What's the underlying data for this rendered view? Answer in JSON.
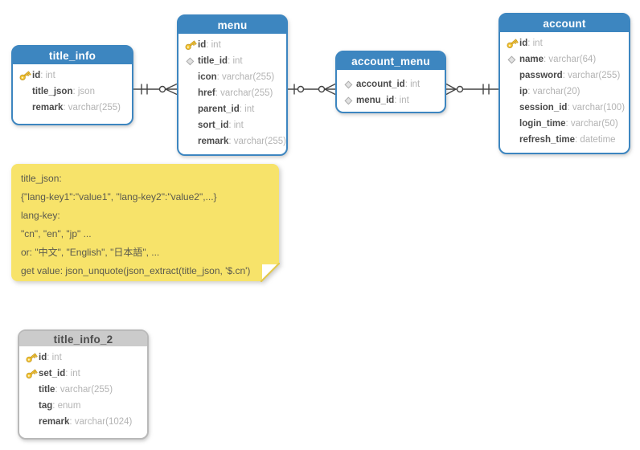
{
  "colors": {
    "canvas_bg": "#ffffff",
    "table_header_blue": "#3d86c0",
    "table_header_gray": "#cbcbcb",
    "field_name_text": "#4a4a4a",
    "field_type_text": "#b3b3b3",
    "note_bg": "#f7e36a",
    "note_text": "#5a594e",
    "connector_stroke": "#454545"
  },
  "icons": {
    "key": "primary-key-icon",
    "diamond": "foreign-key-icon"
  },
  "tables": [
    {
      "name": "title_info",
      "fields": [
        {
          "icon": "key",
          "name": "id",
          "type": ": int"
        },
        {
          "icon": "none",
          "name": "title_json",
          "type": ": json"
        },
        {
          "icon": "none",
          "name": "remark",
          "type": ": varchar(255)"
        }
      ]
    },
    {
      "name": "menu",
      "fields": [
        {
          "icon": "key",
          "name": "id",
          "type": ": int"
        },
        {
          "icon": "diamond",
          "name": "title_id",
          "type": ": int"
        },
        {
          "icon": "none",
          "name": "icon",
          "type": ": varchar(255)"
        },
        {
          "icon": "none",
          "name": "href",
          "type": ": varchar(255)"
        },
        {
          "icon": "none",
          "name": "parent_id",
          "type": ": int"
        },
        {
          "icon": "none",
          "name": "sort_id",
          "type": ": int"
        },
        {
          "icon": "none",
          "name": "remark",
          "type": ": varchar(255)"
        }
      ]
    },
    {
      "name": "account_menu",
      "fields": [
        {
          "icon": "diamond",
          "name": "account_id",
          "type": ": int"
        },
        {
          "icon": "diamond",
          "name": "menu_id",
          "type": ": int"
        }
      ]
    },
    {
      "name": "account",
      "fields": [
        {
          "icon": "key",
          "name": "id",
          "type": ": int"
        },
        {
          "icon": "diamond",
          "name": "name",
          "type": ": varchar(64)"
        },
        {
          "icon": "none",
          "name": "password",
          "type": ": varchar(255)"
        },
        {
          "icon": "none",
          "name": "ip",
          "type": ": varchar(20)"
        },
        {
          "icon": "none",
          "name": "session_id",
          "type": ": varchar(100)"
        },
        {
          "icon": "none",
          "name": "login_time",
          "type": ": varchar(50)"
        },
        {
          "icon": "none",
          "name": "refresh_time",
          "type": ": datetime"
        }
      ]
    },
    {
      "name": "title_info_2",
      "fields": [
        {
          "icon": "key",
          "name": "id",
          "type": ": int"
        },
        {
          "icon": "key",
          "name": "set_id",
          "type": ": int"
        },
        {
          "icon": "none",
          "name": "title",
          "type": ": varchar(255)"
        },
        {
          "icon": "none",
          "name": "tag",
          "type": ": enum"
        },
        {
          "icon": "none",
          "name": "remark",
          "type": ": varchar(1024)"
        }
      ]
    }
  ],
  "note": {
    "lines": [
      "title_json:",
      "{\"lang-key1\":\"value1\", \"lang-key2\":\"value2\",...}",
      "lang-key:",
      "\"cn\", \"en\", \"jp\" ...",
      "or: \"中文\", \"English\", \"日本語\", ...",
      "get value: json_unquote(json_extract(title_json, '$.cn')"
    ]
  },
  "relationships": [
    {
      "from": "title_info",
      "to": "menu",
      "from_cardinality": "one",
      "to_cardinality": "zero-or-many"
    },
    {
      "from": "menu",
      "to": "account_menu",
      "from_cardinality": "zero-or-one",
      "to_cardinality": "zero-or-many"
    },
    {
      "from": "account_menu",
      "to": "account",
      "from_cardinality": "zero-or-many",
      "to_cardinality": "one"
    }
  ]
}
